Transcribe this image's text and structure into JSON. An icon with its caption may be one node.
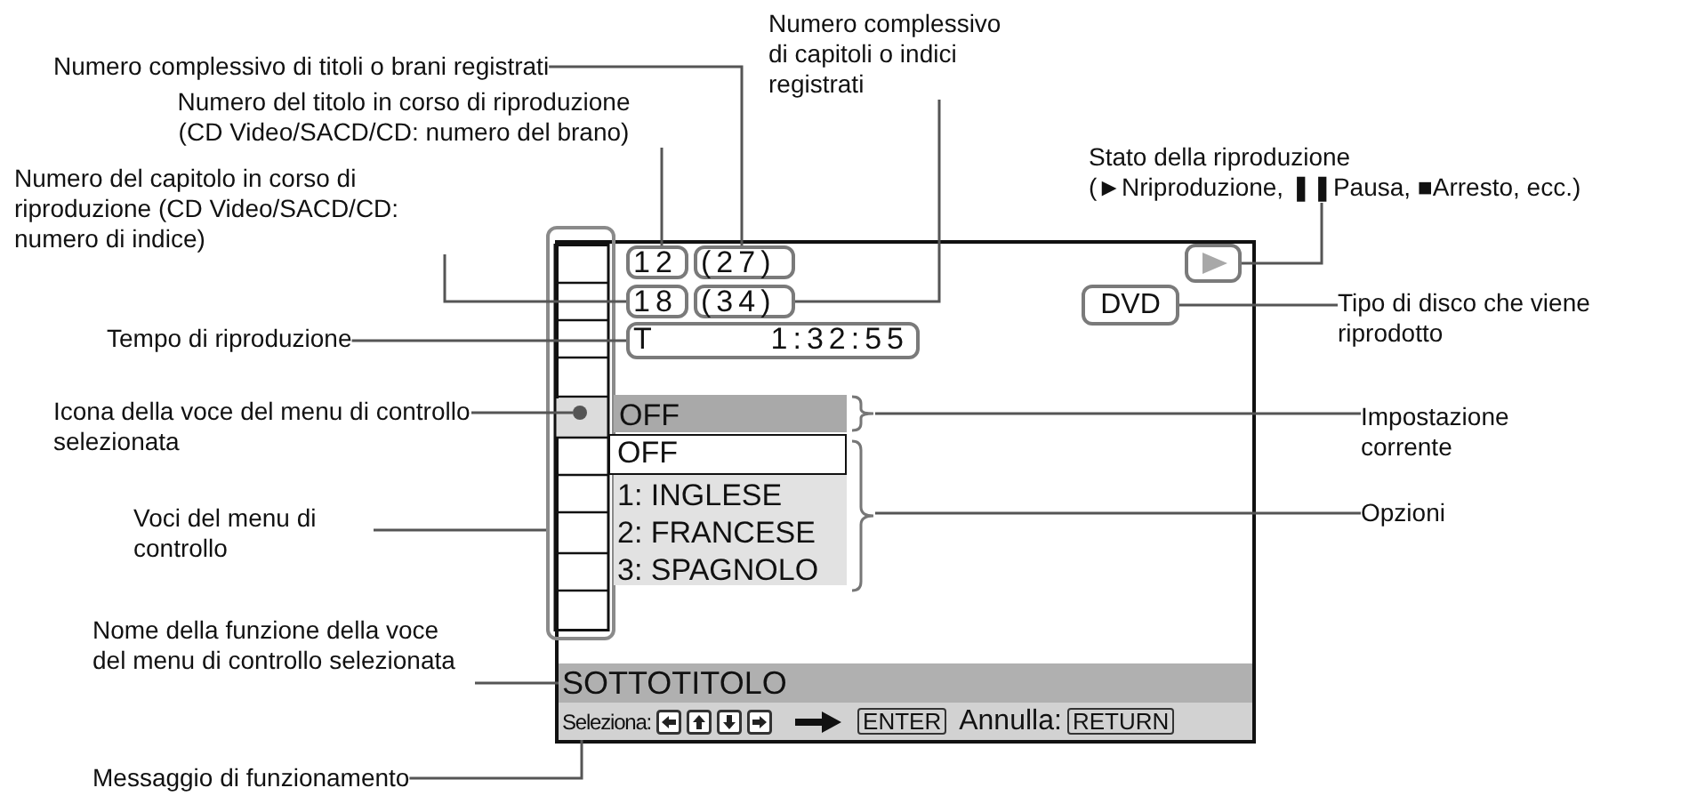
{
  "diagram": {
    "nodes": [
      {
        "text": [
          "Numero complessivo di titoli o brani registrati"
        ]
      },
      {
        "text": [
          "Numero del titolo in corso di riproduzione (CD Video/SACD/CD: numero del brano)"
        ]
      },
      {
        "text": [
          "Numero complessivo di capitoli o indici registrati"
        ]
      },
      {
        "text": [
          "Stato della riproduzione (►Nriproduzione, ❚❚Pausa, ■Arresto, ecc.)"
        ]
      },
      {
        "text": [
          "Numero del capitolo in corso di riproduzione (CD Video/SACD/CD: numero di indice)"
        ]
      },
      {
        "text": [],
        "shape": "box"
      },
      {
        "text": [],
        "shape": "box"
      },
      {
        "text": [
          "12"
        ],
        "in": 5
      },
      {
        "text": [
          "(27)"
        ],
        "in": 5
      },
      {
        "text": [],
        "shape": "box",
        "in": 5
      },
      {
        "text": [
          "18"
        ],
        "in": 5
      },
      {
        "text": [
          "(34)"
        ],
        "in": 5
      },
      {
        "text": [
          "DVD"
        ],
        "in": 5
      },
      {
        "text": [
          "Tipo di disco che viene riprodotto"
        ]
      },
      {
        "text": [
          "Tempo di riproduzione"
        ]
      },
      {
        "text": [
          "T",
          "1:32:55"
        ],
        "in": 5
      },
      {
        "text": [
          "Icona della voce del menu di controllo selezionata"
        ]
      },
      {
        "text": [],
        "shape": "circle",
        "in": 6
      },
      {
        "text": [
          "OFF"
        ],
        "in": 5
      },
      {
        "text": [
          "Impostazione corrente"
        ]
      },
      {
        "text": [
          "OFF",
          "1: INGLESE",
          "2: FRANCESE",
          "3: SPAGNOLO"
        ],
        "in": 5
      },
      {
        "text": [
          "Voci del menu di controllo"
        ]
      },
      {
        "text": [
          "Opzioni"
        ]
      },
      {
        "text": [
          "Nome della funzione della voce del menu di controllo selezionata"
        ]
      },
      {
        "text": [
          "SOTTOTITOLO"
        ],
        "in": 5
      },
      {
        "text": [
          "Seleziona:",
          "ENTER",
          "Annulla:",
          "RETURN"
        ],
        "in": 5
      },
      {
        "text": [
          "Messaggio di funzionamento"
        ]
      }
    ],
    "edges": [
      {
        "from": 0,
        "to": 8,
        "arrow": "none"
      },
      {
        "from": 1,
        "to": 7,
        "arrow": "none"
      },
      {
        "from": 2,
        "to": 11,
        "arrow": "none"
      },
      {
        "from": 3,
        "to": 9,
        "arrow": "none"
      },
      {
        "from": 4,
        "to": 10,
        "arrow": "none"
      },
      {
        "from": 13,
        "to": 12,
        "arrow": "none"
      },
      {
        "from": 14,
        "to": 15,
        "arrow": "none"
      },
      {
        "from": 16,
        "to": 17,
        "arrow": "none"
      },
      {
        "from": 19,
        "to": 18,
        "arrow": "none"
      },
      {
        "from": 21,
        "to": 6,
        "arrow": "none"
      },
      {
        "from": 22,
        "to": 20,
        "arrow": "none"
      },
      {
        "from": 23,
        "to": 24,
        "arrow": "none"
      },
      {
        "from": 26,
        "to": 25,
        "arrow": "none"
      }
    ]
  }
}
